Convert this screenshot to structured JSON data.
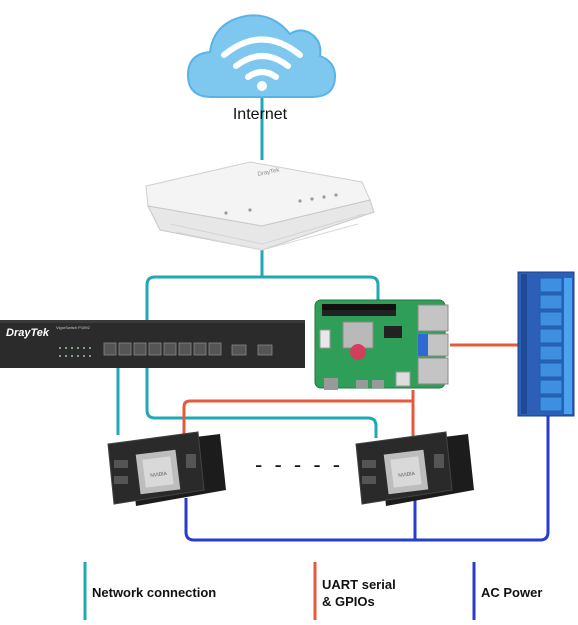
{
  "labels": {
    "internet": "Internet",
    "ellipsis": "- - - - -"
  },
  "switch": {
    "brand": "DrayTek",
    "model": "VigorSwitch P1092"
  },
  "router": {
    "brand": "DrayTek"
  },
  "legend": {
    "network": "Network connection",
    "uart_line1": "UART serial",
    "uart_line2": "& GPIOs",
    "ac_power": "AC Power"
  },
  "colors": {
    "network": "#20a8b4",
    "uart": "#e45a3a",
    "ac_power": "#2a3bd0",
    "cloud": "#7ec8f0"
  }
}
